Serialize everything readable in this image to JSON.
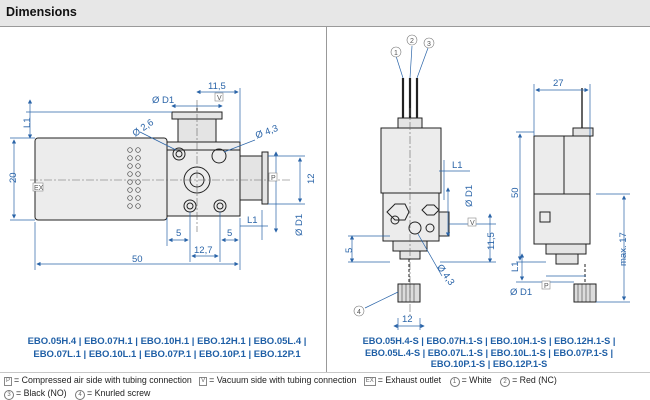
{
  "header": {
    "title": "Dimensions"
  },
  "left_view": {
    "dims": {
      "d1": "Ø D1",
      "d1_width": "11,5",
      "l1_top": "L1",
      "d_hole": "Ø 2,6",
      "d_port": "Ø 4,3",
      "height": "20",
      "port_h": "12",
      "d1_side": "Ø D1",
      "l1_bottom": "L1",
      "five_a": "5",
      "five_b": "5",
      "spacing": "12,7",
      "length": "50"
    },
    "labels": {
      "v": "V",
      "p": "P",
      "ex": "EX"
    },
    "models": [
      "EBO.05H.4  |  EBO.07H.1  |  EBO.10H.1  |  EBO.12H.1  |  EBO.05L.4  |",
      "EBO.07L.1  |  EBO.10L.1  |  EBO.07P.1  |  EBO.10P.1  |  EBO.12P.1"
    ]
  },
  "right_view": {
    "callouts": {
      "c1": "1",
      "c2": "2",
      "c3": "3",
      "c4": "4"
    },
    "dims": {
      "l1_a": "L1",
      "d1": "Ø D1",
      "five": "5",
      "eleven5": "11,5",
      "d43": "Ø 4,3",
      "twelve": "12",
      "width27": "27",
      "height50": "50",
      "max17": "max. 17",
      "l1_b": "L1",
      "d1_b": "Ø D1"
    },
    "labels": {
      "v": "V",
      "p": "P"
    },
    "models": [
      "EBO.05H.4-S  |  EBO.07H.1-S  |  EBO.10H.1-S  |  EBO.12H.1-S  |",
      "EBO.05L.4-S  |  EBO.07L.1-S  |  EBO.10L.1-S  |  EBO.07P.1-S  |",
      "EBO.10P.1-S  |  EBO.12P.1-S"
    ]
  },
  "legend": {
    "p_box": "P",
    "p_text": "= Compressed air side with tubing connection",
    "v_box": "V",
    "v_text": "= Vacuum side with tubing connection",
    "ex_box": "EX",
    "ex_text": "= Exhaust outlet",
    "c1": "1",
    "c1_text": "= White",
    "c2": "2",
    "c2_text": "= Red (NC)",
    "c3": "3",
    "c3_text": "= Black (NO)",
    "c4": "4",
    "c4_text": "= Knurled screw"
  }
}
